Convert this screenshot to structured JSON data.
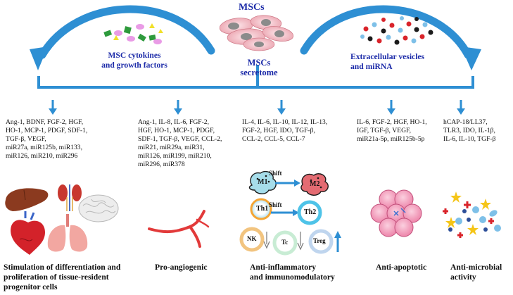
{
  "header": {
    "msc_title": "MSCs",
    "secretome": "MSCs\nsecretome",
    "cytokines": "MSC cytokines\nand growth factors",
    "vesicles": "Extracellular vesicles\nand miRNA"
  },
  "columns": [
    {
      "factors": "Ang-1, BDNF, FGF-2, HGF,\nHO-1, MCP-1, PDGF, SDF-1,\nTGF-β, VEGF,\nmiR27a, miR125b, miR133,\nmiR126, miR210, miR296",
      "outcome": "Stimulation of differentiation and\nproliferation of tissue-resident\nprogenitor cells"
    },
    {
      "factors": "Ang-1, IL-8, IL-6, FGF-2,\nHGF, HO-1, MCP-1, PDGF,\nSDF-1, TGF-β, VEGF, CCL-2,\nmiR21, miR29a, miR31,\nmiR126, miR199, miR210,\nmiR296, miR378",
      "outcome": "Pro-angiogenic"
    },
    {
      "factors": "IL-4, IL-6, IL-10, IL-12, IL-13,\nFGF-2, HGF, IDO, TGF-β,\nCCL-2, CCL-5, CCL-7",
      "outcome": "Anti-inflammatory\nand immunomodulatory"
    },
    {
      "factors": "IL-6, FGF-2, HGF, HO-1,\nIGF, TGF-β, VEGF,\nmiR21a-5p, miR125b-5p",
      "outcome": "Anti-apoptotic"
    },
    {
      "factors": "hCAP-18/LL37,\nTLR3, IDO, IL-1β,\nIL-6, IL-10, TGF-β",
      "outcome": "Anti-microbial\nactivity"
    }
  ],
  "immune": {
    "m1": "M1",
    "m2": "M2",
    "th1": "Th1",
    "th2": "Th2",
    "shift1": "Shift",
    "shift2": "Shift",
    "nk": "NK",
    "tc": "Tc",
    "treg": "Treg"
  },
  "colors": {
    "arrow_blue": "#2e8fd3",
    "label_blue": "#1b2aa8",
    "cell_pink": "#f4b9c3",
    "apoptotic_pink": "#f08cb0",
    "vessel_red": "#e23a3a"
  }
}
